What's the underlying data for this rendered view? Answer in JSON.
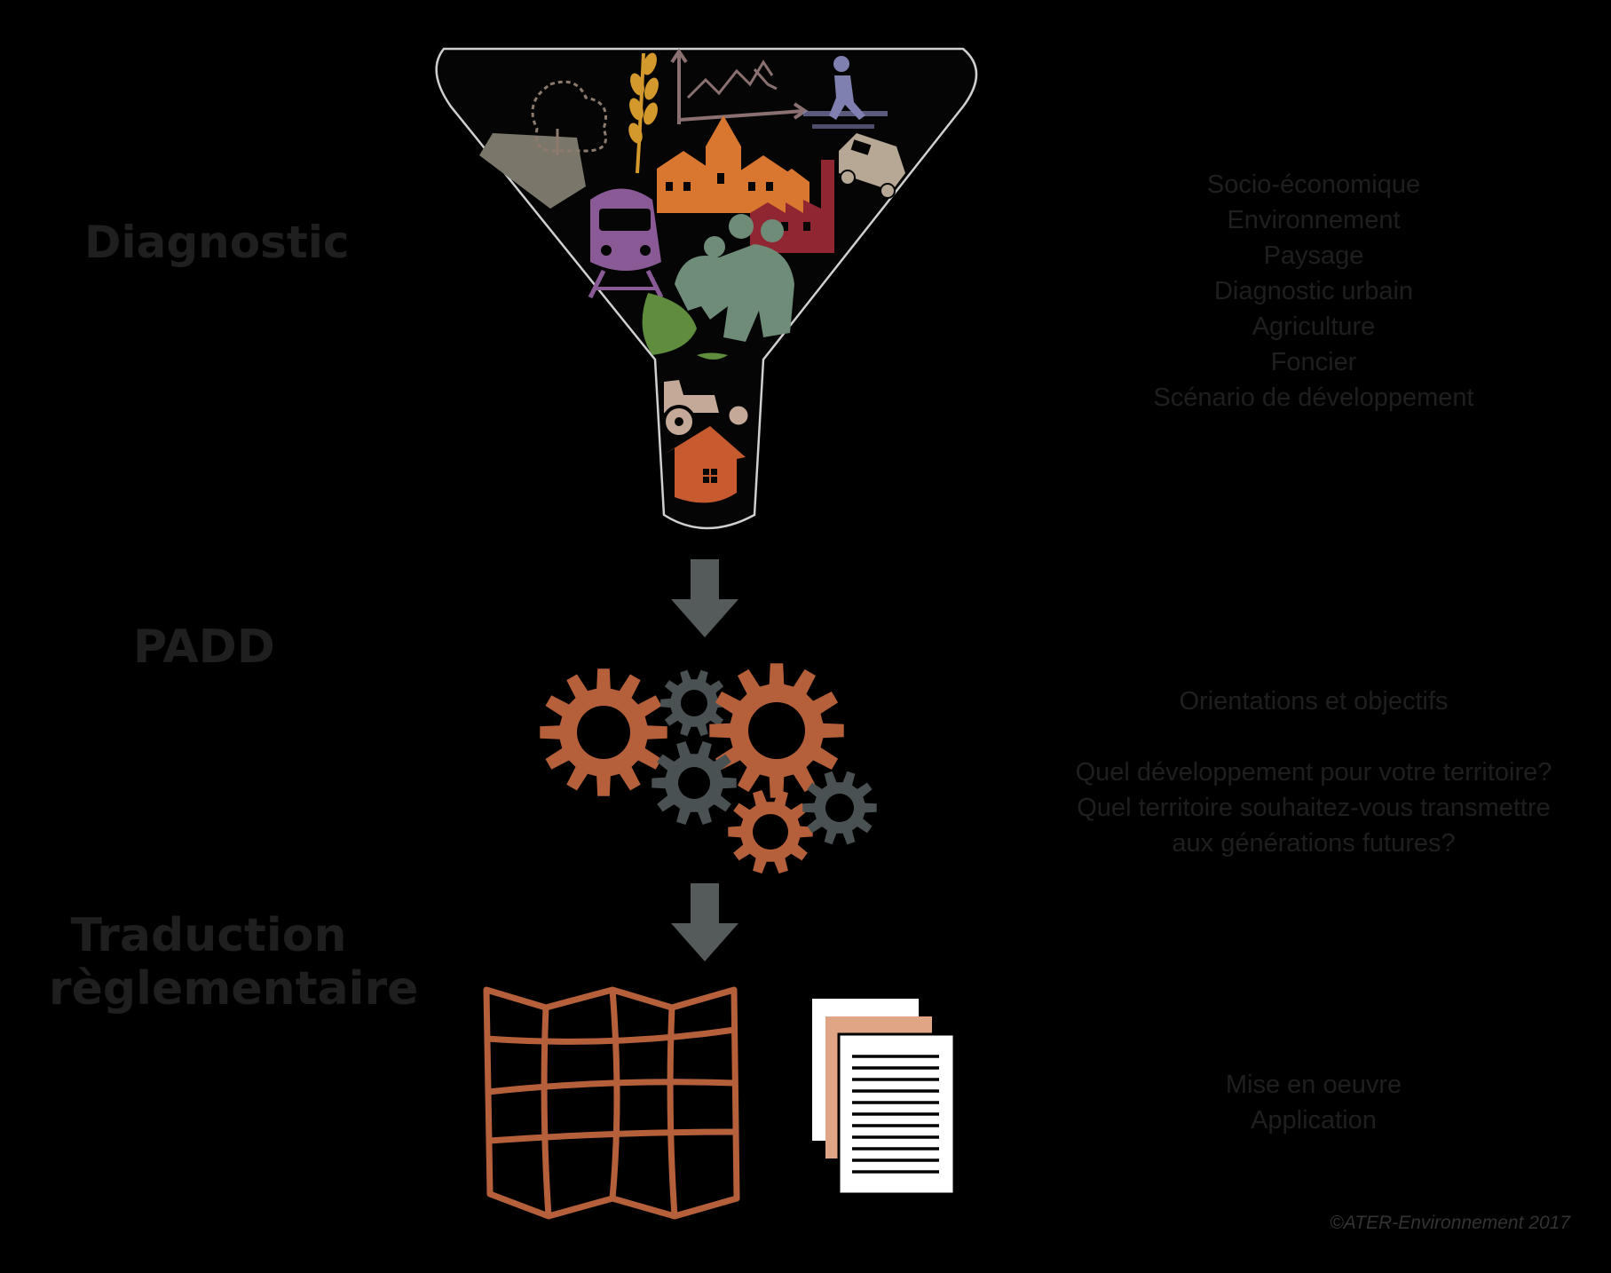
{
  "stages": {
    "diagnostic": {
      "label": "Diagnostic",
      "items": [
        "Socio-économique",
        "Environnement",
        "Paysage",
        "Diagnostic urbain",
        "Agriculture",
        "Foncier",
        "Scénario de développement"
      ]
    },
    "padd": {
      "label": "PADD",
      "items": [
        "Orientations et objectifs",
        "",
        "Quel développement pour votre territoire?",
        "Quel territoire souhaitez-vous transmettre",
        "aux générations futures?"
      ]
    },
    "traduction": {
      "label_line1": "Traduction",
      "label_line2": "règlementaire",
      "items": [
        "Mise en oeuvre",
        "Application"
      ]
    }
  },
  "credit": "©ATER-Environnement 2017",
  "icons": [
    "funnel-icon",
    "tree-outline-icon",
    "wheat-icon",
    "graph-icon",
    "pedestrian-icon",
    "village-icon",
    "car-icon",
    "factory-icon",
    "train-icon",
    "people-icon",
    "leaf-icon",
    "tractor-icon",
    "house-icon",
    "arrow-down-icon",
    "gears-icon",
    "folded-map-icon",
    "documents-icon"
  ],
  "colors": {
    "label_text": "#1f1f1f",
    "rust": "#b5603a",
    "gear_grey": "#4a5152",
    "arrow_grey": "#555a5b",
    "funnel_fill": "#050505",
    "funnel_stroke": "#cfcfcf",
    "purple": "#8a5a96",
    "orange": "#d9762f",
    "sage": "#6f8c78",
    "crimson": "#8f2632",
    "green": "#5f8d3d",
    "taupe": "#8c7a6d",
    "gold": "#d4992c",
    "paper_pink": "#e0a585"
  }
}
